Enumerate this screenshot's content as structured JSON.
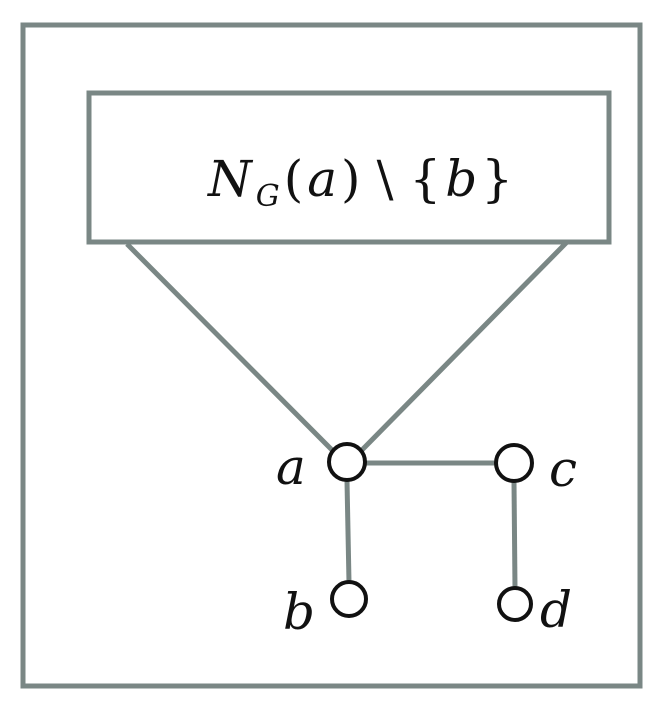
{
  "colors": {
    "frame_stroke": "#7a8785",
    "edge_stroke": "#7a8785",
    "node_stroke": "#111111",
    "node_fill": "#ffffff",
    "text": "#111111"
  },
  "neighborhood_box": {
    "N": "N",
    "G": "G",
    "open_paren": "(",
    "a": "a",
    "close_paren": ")",
    "setminus": "\\",
    "open_brace": "{",
    "b": "b",
    "close_brace": "}"
  },
  "nodes": {
    "a": "a",
    "b": "b",
    "c": "c",
    "d": "d"
  }
}
